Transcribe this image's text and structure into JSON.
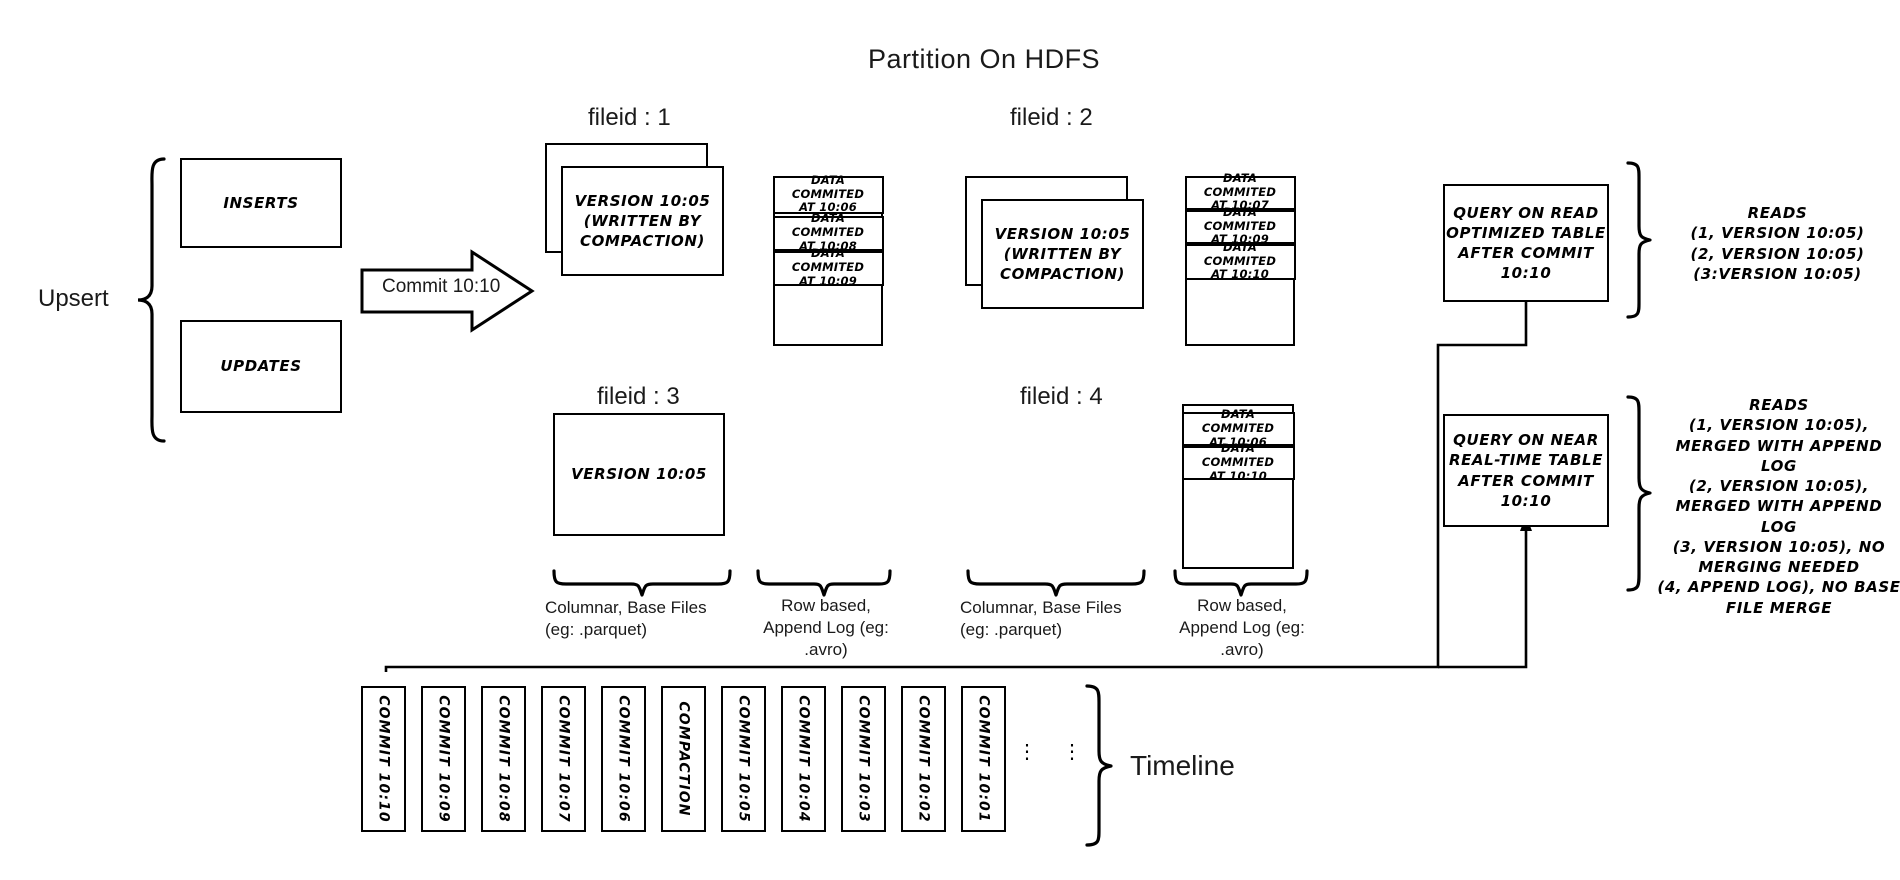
{
  "title": "Partition On HDFS",
  "upsert": {
    "label": "Upsert",
    "inserts": "INSERTS",
    "updates": "UPDATES"
  },
  "commit_arrow": {
    "label": "Commit 10:10"
  },
  "fileids": {
    "f1": {
      "header": "fileid : 1",
      "base_file": "VERSION 10:05\n(WRITTEN BY\nCOMPACTION)",
      "base_line1": "VERSION 10:05",
      "base_line2": "(WRITTEN BY",
      "base_line3": "COMPACTION)",
      "log_entries": [
        "DATA COMMITED\nAT 10:06",
        "DATA COMMITED\nAT 10:08",
        "DATA COMMITED\nAT 10:09"
      ]
    },
    "f2": {
      "header": "fileid : 2",
      "base_line1": "VERSION 10:05",
      "base_line2": "(WRITTEN BY",
      "base_line3": "COMPACTION)",
      "log_entries": [
        "DATA COMMITED\nAT 10:07",
        "DATA COMMITED\nAT 10:09",
        "DATA COMMITED\nAT 10:10"
      ]
    },
    "f3": {
      "header": "fileid : 3",
      "base_line1": "VERSION 10:05"
    },
    "f4": {
      "header": "fileid : 4",
      "log_entries": [
        "DATA COMMITED\nAT 10:06",
        "DATA COMMITED\nAT 10:10"
      ]
    }
  },
  "captions": {
    "columnar_left": "Columnar, Base Files\n(eg: .parquet)",
    "columnar_left_l1": "Columnar, Base Files",
    "columnar_left_l2": "(eg: .parquet)",
    "rowbased_left_l1": "Row based,",
    "rowbased_left_l2": "Append Log  (eg:",
    "rowbased_left_l3": ".avro)",
    "columnar_right_l1": "Columnar, Base Files",
    "columnar_right_l2": "(eg: .parquet)",
    "rowbased_right_l1": "Row based,",
    "rowbased_right_l2": "Append Log  (eg:",
    "rowbased_right_l3": ".avro)"
  },
  "queries": {
    "read_optimized": {
      "l1": "QUERY ON READ",
      "l2": "OPTIMIZED TABLE",
      "l3": "AFTER COMMIT",
      "l4": "10:10"
    },
    "near_real_time": {
      "l1": "QUERY ON NEAR",
      "l2": "REAL-TIME TABLE",
      "l3": "AFTER COMMIT",
      "l4": "10:10"
    }
  },
  "reads": {
    "read_optimized": {
      "title": "READS",
      "lines": [
        "(1, VERSION 10:05)",
        "(2, VERSION 10:05)",
        "(3:VERSION 10:05)"
      ]
    },
    "near_real_time": {
      "title": "READS",
      "lines": [
        "(1, VERSION 10:05),",
        "MERGED WITH APPEND LOG",
        "(2, VERSION 10:05),",
        "MERGED WITH APPEND LOG",
        "(3, VERSION 10:05), NO",
        "MERGING NEEDED",
        "(4, APPEND LOG), NO BASE",
        "FILE MERGE"
      ]
    }
  },
  "timeline": {
    "label": "Timeline",
    "ellipsis": "⋮",
    "boxes": [
      "COMMIT  10:10",
      "COMMIT  10:09",
      "COMMIT  10:08",
      "COMMIT  10:07",
      "COMMIT  10:06",
      "COMPACTION",
      "COMMIT  10:05",
      "COMMIT  10:04",
      "COMMIT  10:03",
      "COMMIT  10:02",
      "COMMIT  10:01"
    ]
  },
  "colors": {
    "stroke": "#000000",
    "background": "#ffffff",
    "text": "#1a1a1a"
  }
}
